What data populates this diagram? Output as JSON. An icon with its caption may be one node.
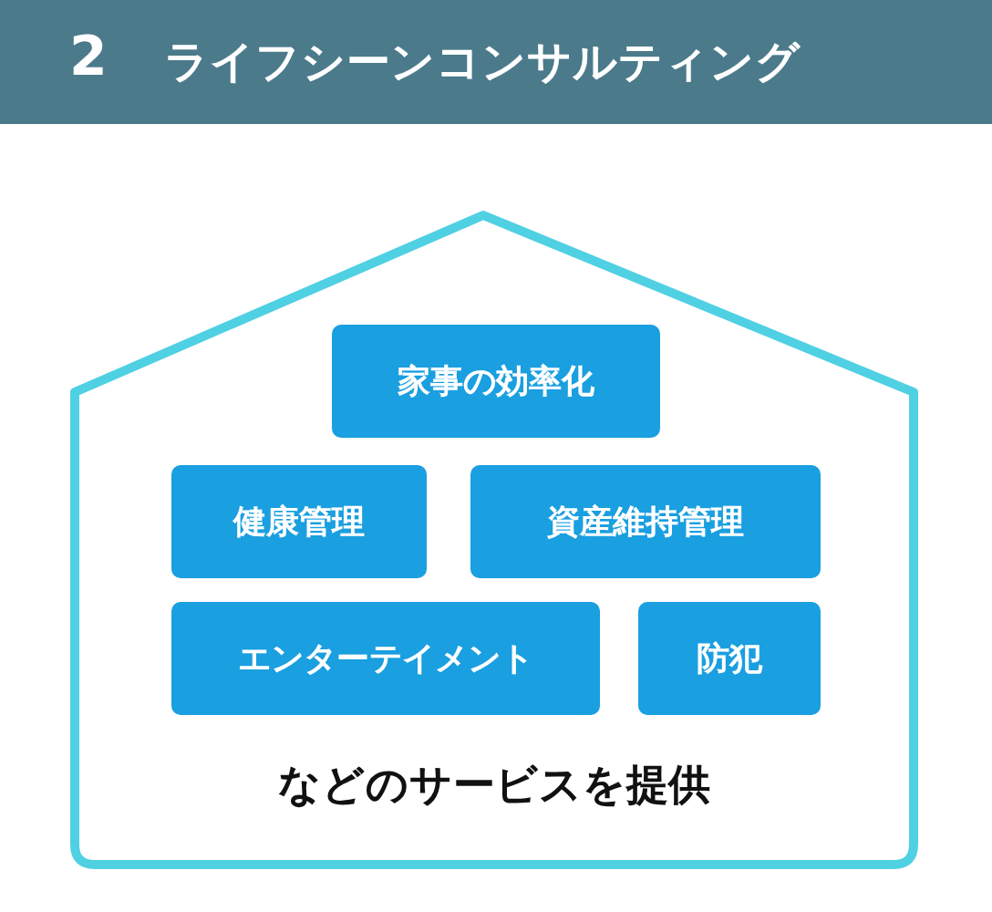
{
  "diagram": {
    "nodes": [
      {
        "text": [
          "2",
          "ライフシーンコンサルティング"
        ]
      },
      {
        "text": [
          "などのサービスを提供"
        ]
      },
      {
        "text": [
          "家事の効率化"
        ],
        "in": 1
      },
      {
        "text": [
          "健康管理"
        ],
        "in": 1
      },
      {
        "text": [
          "資産維持管理"
        ],
        "in": 1
      },
      {
        "text": [
          "エンターテイメント"
        ],
        "in": 1
      },
      {
        "text": [
          "防犯"
        ],
        "in": 1
      }
    ]
  }
}
